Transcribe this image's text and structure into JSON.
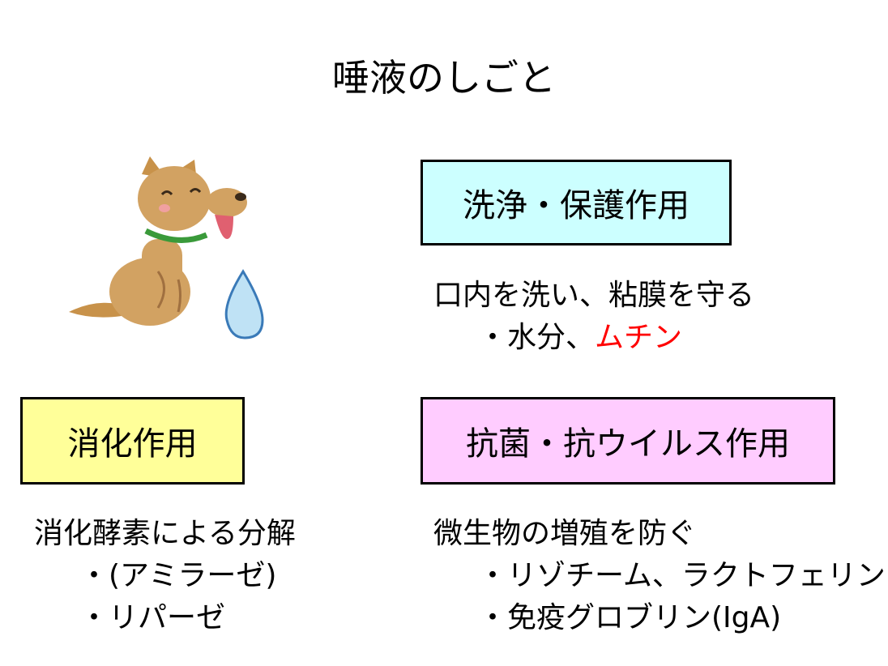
{
  "title": "唾液のしごと",
  "colors": {
    "wash_box": "#ccffff",
    "digest_box": "#ffff99",
    "anti_box": "#ffccff",
    "highlight": "#ff0000"
  },
  "illustration": "dog-drooling-icon",
  "wash": {
    "heading": "洗浄・保護作用",
    "line1": "口内を洗い、粘膜を守る",
    "line2_prefix": "・水分、",
    "line2_highlight": "ムチン"
  },
  "digest": {
    "heading": "消化作用",
    "line1": "消化酵素による分解",
    "line2": "・(アミラーゼ)",
    "line3": "・リパーゼ"
  },
  "anti": {
    "heading": "抗菌・抗ウイルス作用",
    "line1": "微生物の増殖を防ぐ",
    "line2": "・リゾチーム、ラクトフェリン",
    "line3": "・免疫グロブリン(IgA)"
  }
}
